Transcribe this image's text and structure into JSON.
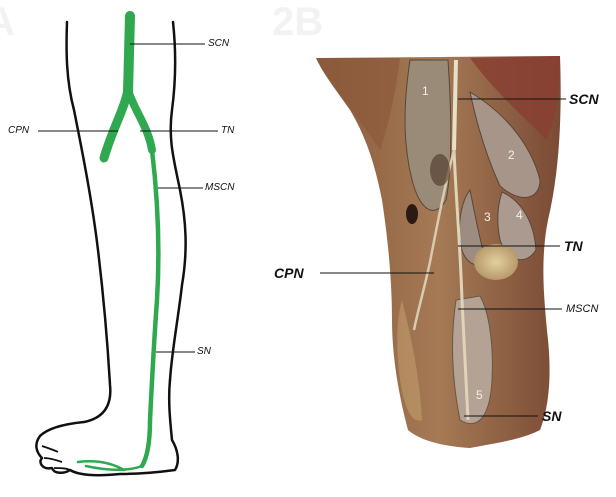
{
  "panels": {
    "a": "A",
    "b": "2B"
  },
  "schematic": {
    "labels": {
      "scn": "SCN",
      "cpn": "CPN",
      "tn": "TN",
      "mscn": "MSCN",
      "sn": "SN"
    },
    "nerve_color": "#2fa84f",
    "outline_color": "#111111"
  },
  "dissection": {
    "labels": {
      "scn": "SCN",
      "tn": "TN",
      "cpn": "CPN",
      "mscn": "MSCN",
      "sn": "SN"
    },
    "numbers": [
      "1",
      "2",
      "3",
      "4",
      "5"
    ]
  }
}
